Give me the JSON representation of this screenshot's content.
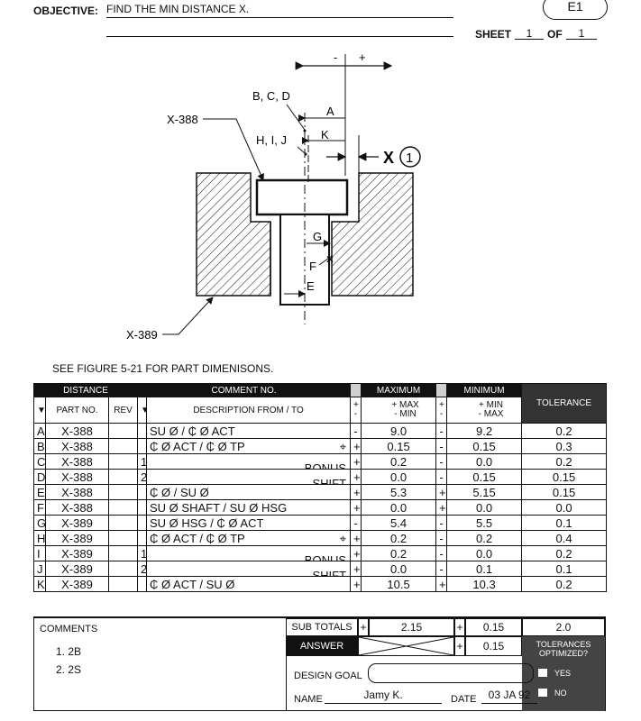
{
  "header": {
    "objective_label": "OBJECTIVE:",
    "objective_text": "FIND THE MIN DISTANCE X.",
    "sheet_label": "SHEET",
    "sheet_num": "1",
    "of_label": "OF",
    "of_num": "1",
    "sheet_id": "E1"
  },
  "figure": {
    "labels": {
      "minus": "-",
      "plus": "+",
      "bcd": "B, C, D",
      "x388": "X-388",
      "hij": "H, I, J",
      "a": "A",
      "k": "K",
      "x": "X",
      "x_num": "1",
      "g": "G",
      "f": "F",
      "e": "E",
      "x389": "X-389"
    }
  },
  "see_figure": "SEE FIGURE 5-21 FOR PART DIMENISONS.",
  "table": {
    "head": {
      "distance": "DISTANCE",
      "comment_no": "COMMENT NO.",
      "maximum": "MAXIMUM",
      "minimum": "MINIMUM",
      "part_no": "PART NO.",
      "rev": "REV",
      "description": "DESCRIPTION  FROM / TO",
      "plus": "+",
      "minus": "-",
      "max_plus": "+  MAX",
      "max_minus": "-  MIN",
      "min_plus": "+  MIN",
      "min_minus": "-  MAX",
      "tolerance": "TOLERANCE"
    },
    "rows": [
      {
        "id": "A",
        "part": "X-388",
        "rev": "",
        "comment": "",
        "desc": "SU Ø / ₵ Ø ACT",
        "desc_r": "",
        "mx_sign": "-",
        "mx": "9.0",
        "mn_sign": "-",
        "mn": "9.2",
        "tol": "0.2"
      },
      {
        "id": "B",
        "part": "X-388",
        "rev": "",
        "comment": "",
        "desc": "₵ Ø ACT / ₵ Ø TP",
        "desc_r": "⌖",
        "mx_sign": "+",
        "mx": "0.15",
        "mn_sign": "-",
        "mn": "0.15",
        "tol": "0.3"
      },
      {
        "id": "C",
        "part": "X-388",
        "rev": "",
        "comment": "1",
        "desc": "",
        "desc_r": "BONUS",
        "mx_sign": "+",
        "mx": "0.2",
        "mn_sign": "-",
        "mn": "0.0",
        "tol": "0.2"
      },
      {
        "id": "D",
        "part": "X-388",
        "rev": "",
        "comment": "2",
        "desc": "",
        "desc_r": "SHIFT",
        "mx_sign": "+",
        "mx": "0.0",
        "mn_sign": "-",
        "mn": "0.15",
        "tol": "0.15"
      },
      {
        "id": "E",
        "part": "X-388",
        "rev": "",
        "comment": "",
        "desc": "₵ Ø / SU Ø",
        "desc_r": "",
        "mx_sign": "+",
        "mx": "5.3",
        "mn_sign": "+",
        "mn": "5.15",
        "tol": "0.15"
      },
      {
        "id": "F",
        "part": "X-388",
        "rev": "",
        "comment": "",
        "desc": "SU Ø SHAFT / SU Ø HSG",
        "desc_r": "",
        "mx_sign": "+",
        "mx": "0.0",
        "mn_sign": "+",
        "mn": "0.0",
        "tol": "0.0"
      },
      {
        "id": "G",
        "part": "X-389",
        "rev": "",
        "comment": "",
        "desc": "SU Ø HSG  / ₵ Ø ACT",
        "desc_r": "",
        "mx_sign": "-",
        "mx": "5.4",
        "mn_sign": "-",
        "mn": "5.5",
        "tol": "0.1"
      },
      {
        "id": "H",
        "part": "X-389",
        "rev": "",
        "comment": "",
        "desc": "₵ Ø ACT / ₵ Ø TP",
        "desc_r": "⌖",
        "mx_sign": "+",
        "mx": "0.2",
        "mn_sign": "-",
        "mn": "0.2",
        "tol": "0.4"
      },
      {
        "id": "I",
        "part": "X-389",
        "rev": "",
        "comment": "1",
        "desc": "",
        "desc_r": "BONUS",
        "mx_sign": "+",
        "mx": "0.2",
        "mn_sign": "-",
        "mn": "0.0",
        "tol": "0.2"
      },
      {
        "id": "J",
        "part": "X-389",
        "rev": "",
        "comment": "2",
        "desc": "",
        "desc_r": "SHIFT",
        "mx_sign": "+",
        "mx": "0.0",
        "mn_sign": "-",
        "mn": "0.1",
        "tol": "0.1"
      },
      {
        "id": "K",
        "part": "X-389",
        "rev": "",
        "comment": "",
        "desc": "₵ Ø ACT / SU Ø",
        "desc_r": "",
        "mx_sign": "+",
        "mx": "10.5",
        "mn_sign": "+",
        "mn": "10.3",
        "tol": "0.2"
      }
    ]
  },
  "bottom": {
    "comments_label": "COMMENTS",
    "comments": [
      "1.  2B",
      "2.  2S"
    ],
    "subtotals_label": "SUB TOTALS",
    "sub_mx_sign": "+",
    "sub_mx": "2.15",
    "sub_mn_sign": "+",
    "sub_mn": "0.15",
    "sub_tol": "2.0",
    "answer_label": "ANSWER",
    "answer_sign": "+",
    "answer": "0.15",
    "tol_opt_1": "TOLERANCES",
    "tol_opt_2": "OPTIMIZED?",
    "yes": "YES",
    "no": "NO",
    "design_goal_label": "DESIGN GOAL",
    "name_label": "NAME",
    "name": "Jamy K.",
    "date_label": "DATE",
    "date": "03 JA 92"
  }
}
